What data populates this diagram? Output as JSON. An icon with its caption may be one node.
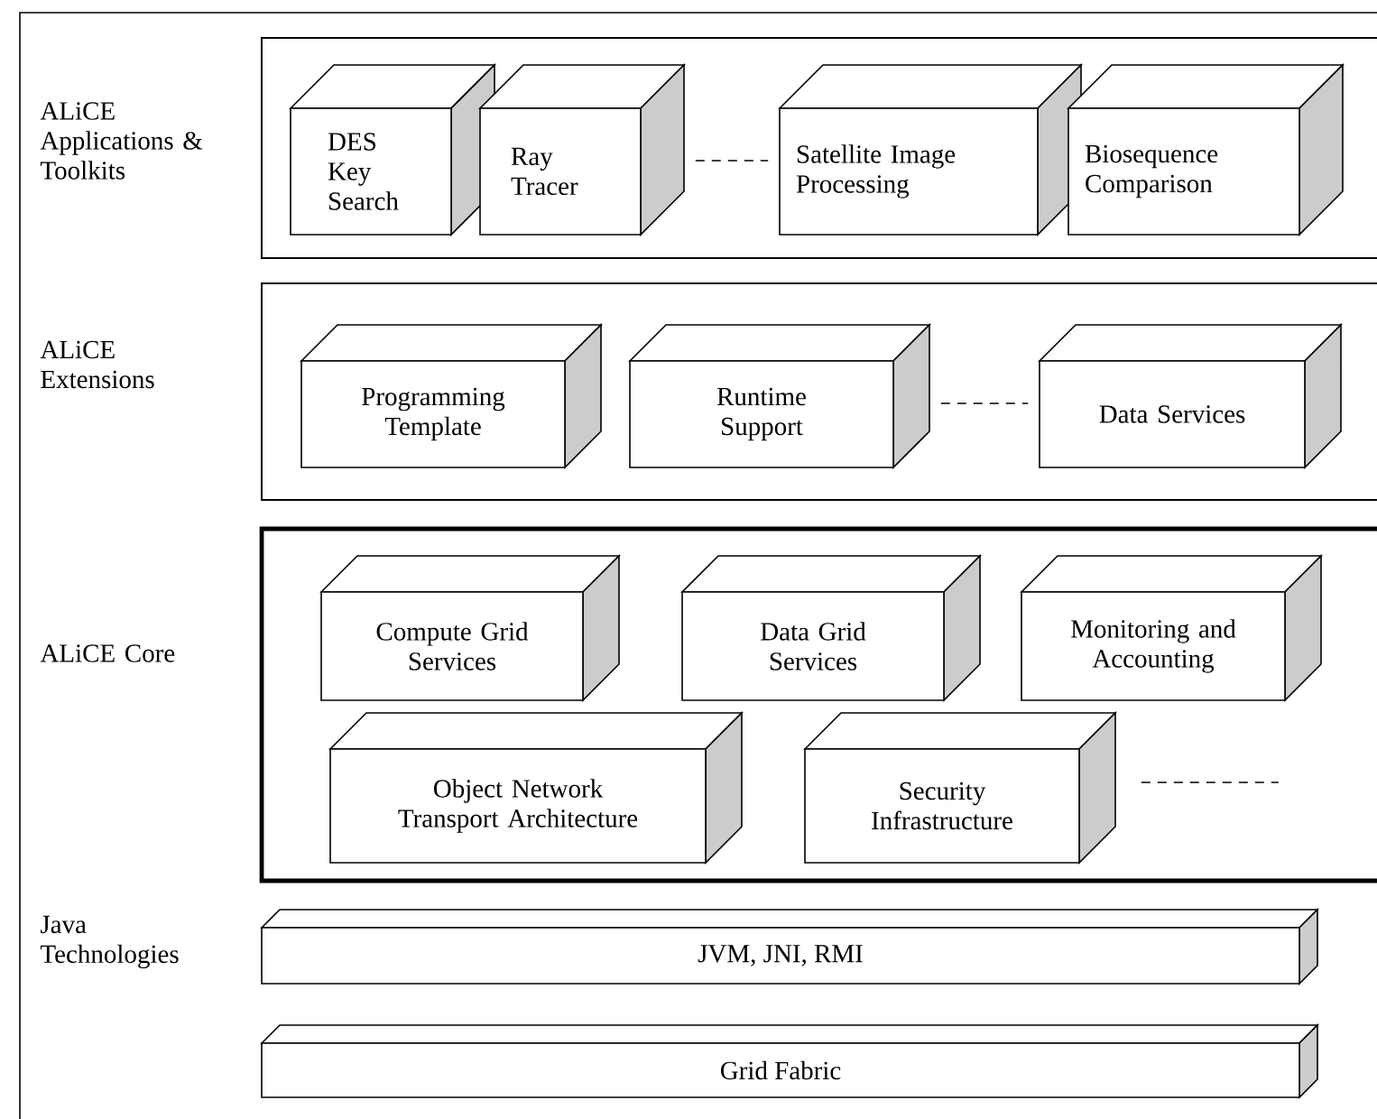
{
  "diagram": {
    "nodes": [
      {
        "text": [
          "ALiCE Applications & Toolkits"
        ]
      },
      {
        "text": [
          "DES Key Search"
        ],
        "in": 0
      },
      {
        "text": [
          "Ray Tracer"
        ],
        "in": 0
      },
      {
        "text": [
          "Satellite Image Processing"
        ],
        "in": 0
      },
      {
        "text": [
          "Biosequence Comparison"
        ],
        "in": 0
      },
      {
        "text": [
          "ALiCE Extensions"
        ]
      },
      {
        "text": [
          "Programming Template"
        ],
        "in": 5
      },
      {
        "text": [
          "Runtime Support"
        ],
        "in": 5
      },
      {
        "text": [
          "Data Services"
        ],
        "in": 5
      },
      {
        "text": [
          "ALiCE Core"
        ]
      },
      {
        "text": [
          "Compute Grid Services"
        ],
        "in": 9
      },
      {
        "text": [
          "Data Grid Services"
        ],
        "in": 9
      },
      {
        "text": [
          "Monitoring and Accounting"
        ],
        "in": 9
      },
      {
        "text": [
          "Object Network Transport Architecture"
        ],
        "in": 9
      },
      {
        "text": [
          "Security Infrastructure"
        ],
        "in": 9
      },
      {
        "text": [
          "Java Technologies",
          "JVM, JNI, RMI"
        ]
      },
      {
        "text": [
          "Grid Fabric"
        ]
      }
    ],
    "edges": [
      {
        "from": 2,
        "to": 3,
        "arrow": "none",
        "style": "dashed"
      },
      {
        "from": 7,
        "to": 8,
        "arrow": "none",
        "style": "dashed"
      },
      {
        "from": 14,
        "to": null,
        "arrow": "none",
        "style": "dashed"
      }
    ]
  }
}
